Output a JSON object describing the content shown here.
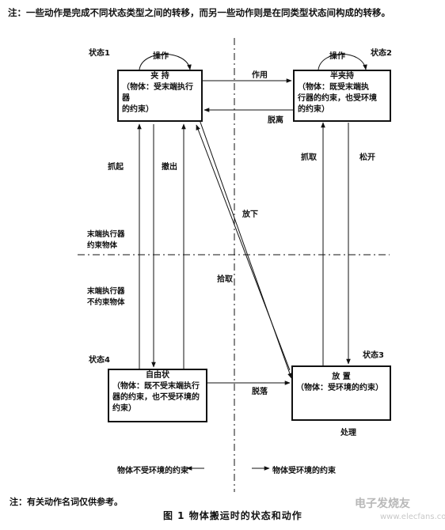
{
  "note_top": "注：一些动作是完成不同状态类型之间的转移，而另一些动作则是在同类型状态间构成的转移。",
  "states": {
    "s1_label": "状态1",
    "s2_label": "状态2",
    "s3_label": "状态3",
    "s4_label": "状态4",
    "clamp": {
      "title": "夹  持",
      "line1": "（物体：受末端执行器",
      "line2": "的约束）"
    },
    "half_clamp": {
      "title": "半夹持",
      "line1": "（物体：既受末端执",
      "line2": "行器的约束，也受环境",
      "line3": "的约束）"
    },
    "free": {
      "title": "自由状",
      "line1": "（物体：既不受末端执行",
      "line2": "器的约束，也不受环境的",
      "line3": "约束）"
    },
    "placed": {
      "title": "放  置",
      "line1": "（物体：受环境的约束）"
    }
  },
  "actions": {
    "operate1": "操作",
    "operate2": "操作",
    "apply": "作用",
    "detach": "脱离",
    "grab_left": "抓起",
    "withdraw": "撤出",
    "put_down": "放下",
    "grasp": "抓取",
    "release": "松开",
    "pick_up": "拾取",
    "fall_off": "脱落",
    "handle": "处理"
  },
  "regions": {
    "constrained_1": "末端执行器",
    "constrained_2": "约束物体",
    "unconstrained_1": "末端执行器",
    "unconstrained_2": "不约束物体",
    "env_free": "物体不受环境的约束",
    "env_bound": "物体受环境的约束"
  },
  "note_bottom": "注：有关动作名词仅供参考。",
  "caption": "图 1    物体搬运时的状态和动作",
  "watermark": "电子发烧友",
  "watermark_url": "www.elecfans.com"
}
